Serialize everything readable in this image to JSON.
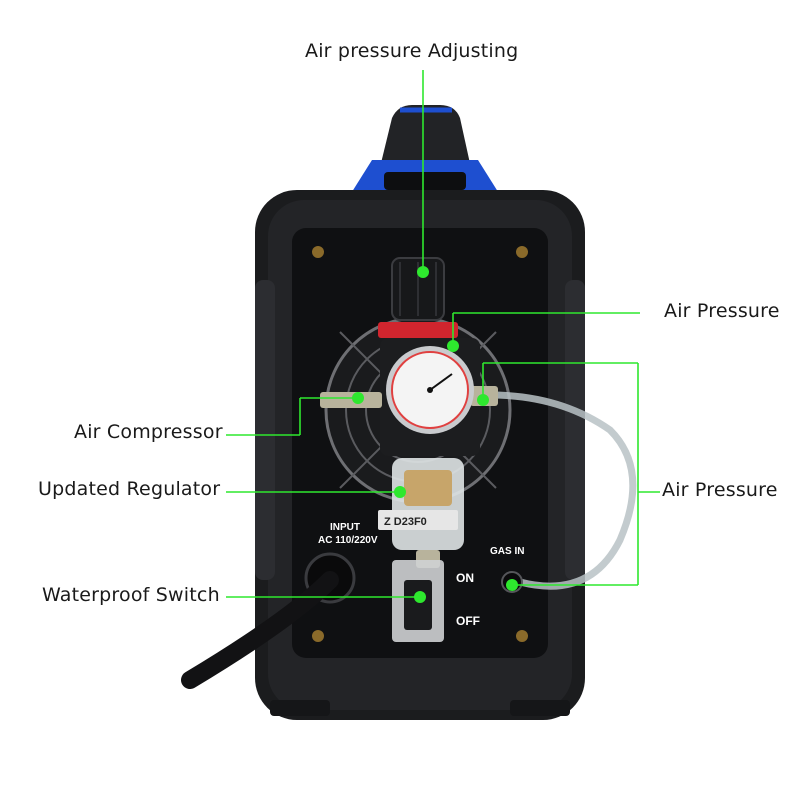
{
  "callouts": {
    "air_pressure_adjusting": "Air pressure Adjusting",
    "air_pressure_gauge": "Air Pressure",
    "air_compressor": "Air Compressor",
    "updated_regulator": "Updated Regulator",
    "air_pressure_hose": "Air Pressure",
    "waterproof_switch": "Waterproof Switch"
  },
  "panel": {
    "input_line1": "INPUT",
    "input_line2": "AC 110/220V",
    "gas_in": "GAS  IN",
    "on": "ON",
    "off": "OFF",
    "sticker": "Z    D23F0"
  },
  "colors": {
    "callout_line": "#2ee82e",
    "callout_dot": "#2ee82e",
    "body": "#1b1c1e",
    "accent_blue": "#1e4fd0"
  },
  "icons": {
    "pointer_dot": "green-dot-icon"
  }
}
